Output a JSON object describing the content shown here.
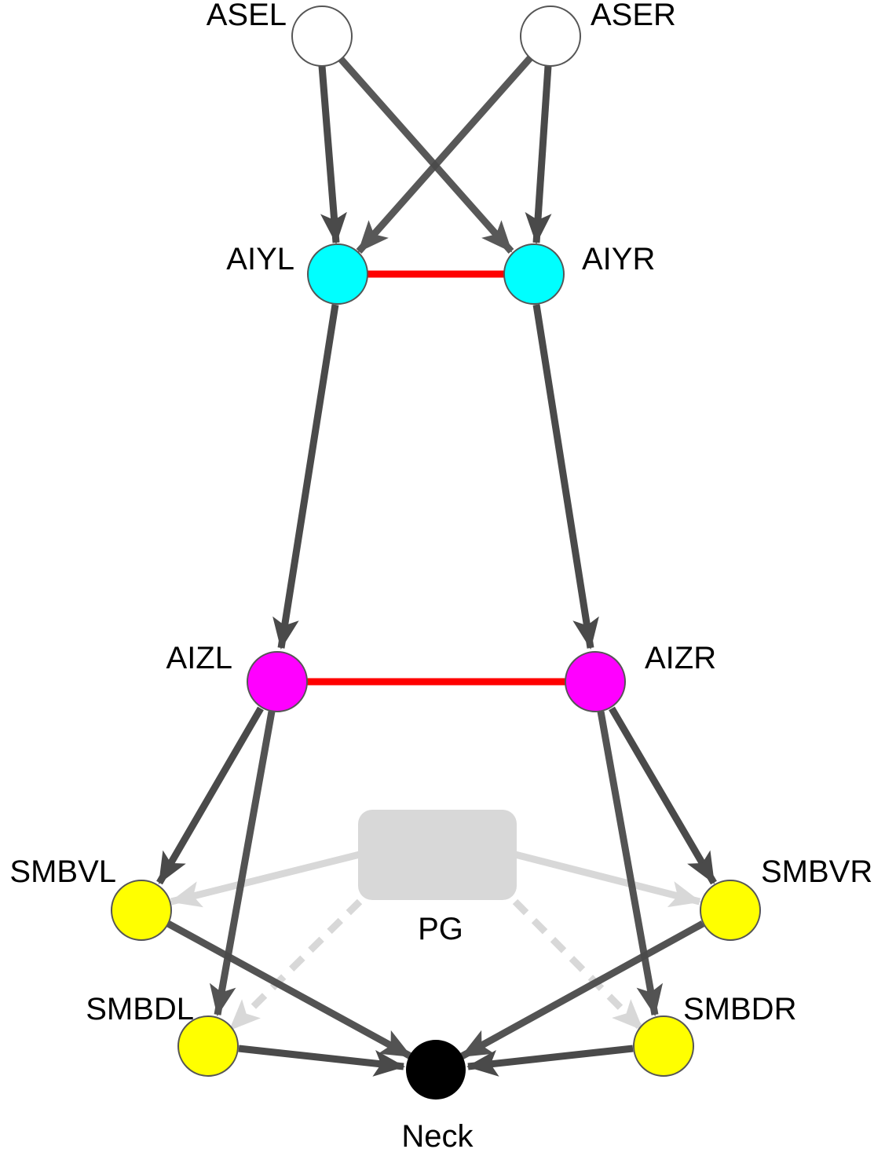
{
  "colors": {
    "synapse": "#4a4a4a",
    "gap_junction": "#ff0000",
    "pattern_generator": "#d8d8d8",
    "sensory": "#ffffff",
    "aiy": "#00ffff",
    "aiz": "#ff00ff",
    "motor": "#ffff00",
    "neck": "#000000"
  },
  "nodes": {
    "asel": {
      "label": "ASEL"
    },
    "aser": {
      "label": "ASER"
    },
    "aiyl": {
      "label": "AIYL"
    },
    "aiyr": {
      "label": "AIYR"
    },
    "aizl": {
      "label": "AIZL"
    },
    "aizr": {
      "label": "AIZR"
    },
    "smbvl": {
      "label": "SMBVL"
    },
    "smbvr": {
      "label": "SMBVR"
    },
    "smbdl": {
      "label": "SMBDL"
    },
    "smbdr": {
      "label": "SMBDR"
    },
    "neck": {
      "label": "Neck"
    },
    "pg": {
      "label": "PG"
    }
  },
  "edges": [
    {
      "from": "ASEL",
      "to": "AIYL",
      "type": "chemical"
    },
    {
      "from": "ASEL",
      "to": "AIYR",
      "type": "chemical"
    },
    {
      "from": "ASER",
      "to": "AIYL",
      "type": "chemical"
    },
    {
      "from": "ASER",
      "to": "AIYR",
      "type": "chemical"
    },
    {
      "from": "AIYL",
      "to": "AIYR",
      "type": "gap-junction"
    },
    {
      "from": "AIYL",
      "to": "AIZL",
      "type": "chemical"
    },
    {
      "from": "AIYR",
      "to": "AIZR",
      "type": "chemical"
    },
    {
      "from": "AIZL",
      "to": "AIZR",
      "type": "gap-junction"
    },
    {
      "from": "AIZL",
      "to": "SMBVL",
      "type": "chemical"
    },
    {
      "from": "AIZL",
      "to": "SMBDL",
      "type": "chemical"
    },
    {
      "from": "AIZR",
      "to": "SMBVR",
      "type": "chemical"
    },
    {
      "from": "AIZR",
      "to": "SMBDR",
      "type": "chemical"
    },
    {
      "from": "PG",
      "to": "SMBVL",
      "type": "oscillator"
    },
    {
      "from": "PG",
      "to": "SMBVR",
      "type": "oscillator"
    },
    {
      "from": "PG",
      "to": "SMBDL",
      "type": "oscillator-dashed"
    },
    {
      "from": "PG",
      "to": "SMBDR",
      "type": "oscillator-dashed"
    },
    {
      "from": "SMBVL",
      "to": "Neck",
      "type": "chemical"
    },
    {
      "from": "SMBVR",
      "to": "Neck",
      "type": "chemical"
    },
    {
      "from": "SMBDL",
      "to": "Neck",
      "type": "chemical"
    },
    {
      "from": "SMBDR",
      "to": "Neck",
      "type": "chemical"
    }
  ]
}
